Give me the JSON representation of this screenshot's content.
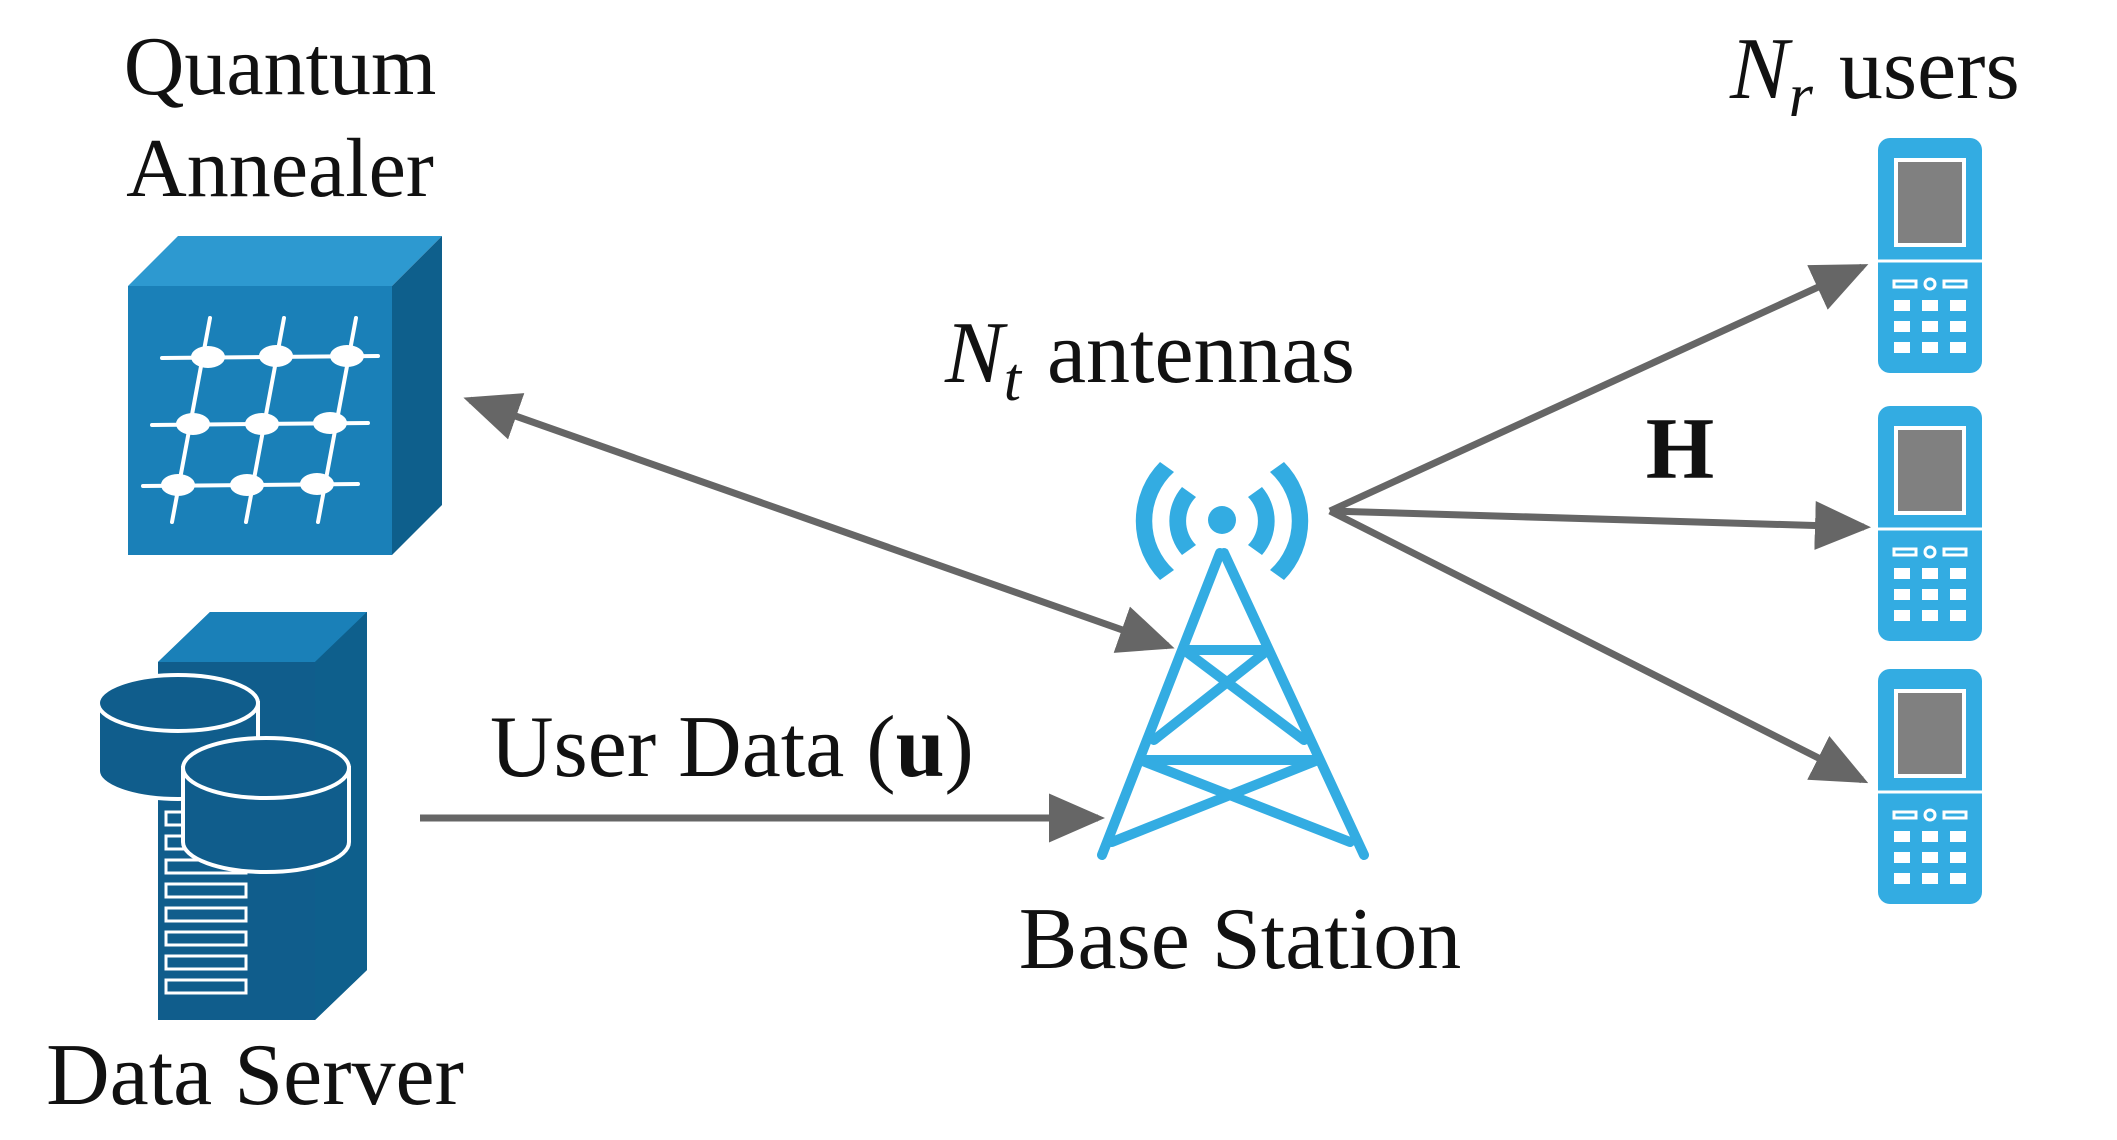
{
  "labels": {
    "quantum_line1": "Quantum",
    "quantum_line2": "Annealer",
    "data_server": "Data Server",
    "user_data_prefix": "User Data (",
    "user_data_symbol": "u",
    "user_data_suffix": ")",
    "antennas_symbol": "N",
    "antennas_sub": "t",
    "antennas_text": "antennas",
    "users_symbol": "N",
    "users_sub": "r",
    "users_text": "users",
    "channel": "H",
    "base_station": "Base Station"
  },
  "colors": {
    "annealer_front": "#1a80b8",
    "annealer_top": "#2d99d0",
    "annealer_side": "#0e5f8c",
    "server_dark": "#105d8c",
    "server_mid": "#1676aa",
    "tower": "#33ace2",
    "phone_body": "#33ace2",
    "phone_screen": "#808080",
    "arrow": "#666666"
  },
  "icons": [
    "quantum-annealer-icon",
    "data-server-icon",
    "base-station-tower-icon",
    "mobile-phone-icon"
  ],
  "users": [
    {
      "id": "user-1"
    },
    {
      "id": "user-2"
    },
    {
      "id": "user-3"
    }
  ]
}
